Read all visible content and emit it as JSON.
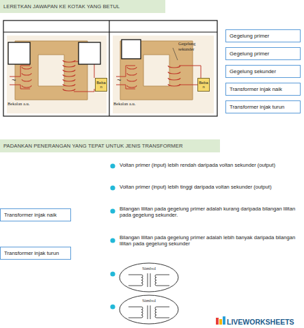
{
  "diagram": {
    "nodes": [
      {
        "text": [
          "LERETKAN JAWAPAN KE KOTAK YANG BETUL"
        ]
      },
      {
        "text": [
          "Gegelung primer"
        ]
      },
      {
        "text": [
          "Gegelung primer"
        ]
      },
      {
        "text": [
          "Gegelung sekunder"
        ]
      },
      {
        "text": [
          "Transformer injak naik"
        ]
      },
      {
        "text": [
          "Transformer injak turun"
        ]
      },
      {
        "text": [
          "PADANKAN PENERANGAN YANG TEPAT UNTUK JENIS TRANSFORMER"
        ]
      },
      {
        "text": [
          "Transformer injak naik"
        ]
      },
      {
        "text": [
          "Transformer injak turun"
        ]
      },
      {
        "text": [
          "Simbol"
        ]
      },
      {
        "text": [
          "Simbol"
        ]
      }
    ],
    "edges": [],
    "labels": [
      "~",
      "Bekalan a.u.",
      "Beban",
      "~",
      "Gegelung sekunder",
      "Beban",
      "Bekalan a.u.",
      "Voltan primer (input) lebih rendah daripada voltan sekunder (output)",
      "Voltan primer (input) lebih tinggi daripada voltan sekunder (output)",
      "Bilangan lilitan pada gegelung primer adalah kurang daripada bilangan lilitan pada gegelung sekunder.",
      "Bilangan lilitan pada gegelung primer adalah lebih banyak daripada bilangan lilitan pada gegelung sekunder",
      "LIVEWORKSHEETS"
    ]
  }
}
